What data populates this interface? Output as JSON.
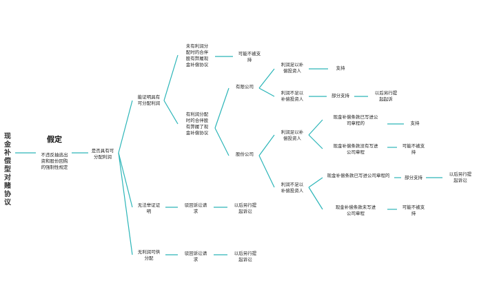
{
  "root": "现金\n补偿\n型对\n赌协\n议",
  "assumption": {
    "title": "假定",
    "text": "不违反抽逃出\n资和股份回购\n的强制性规定"
  },
  "level1": "是否具有可\n分配利润",
  "proven": "能证明具有\n可分配利润",
  "no_evidence": "无法举证证\n明",
  "no_profit": "无利润可供\n分配",
  "reject_a": "驳回诉讼请\n求",
  "reject_b": "驳回诉讼请\n求",
  "later_a": "以后另行提\n起诉讼",
  "later_b": "以后另行提\n起诉讼",
  "profit_insufficient": "未有利润分\n配时的合伴\n股有弊履现\n金补偿协议",
  "maybe_support_1": "可能不被支\n持",
  "profit_enough_decided": "有利润分配\n时的合伴股\n有弊履了现\n金补偿协议",
  "ltd": "有限公司",
  "jsc": "股份公司",
  "ltd_enough": "利润足以补\n偿投资人",
  "support_1": "支持",
  "ltd_not_enough": "利润不足以\n补偿投资人",
  "partial_support_1": "部分支持",
  "later_c": "以后另行提\n起起诉",
  "jsc_enough": "利润足以补\n偿投资人",
  "jsc_enough_done": "现金补偿条款已写进公\n司章程的",
  "support_2": "支持",
  "jsc_enough_notdone": "现金补偿条款没有写进\n公司章程",
  "maybe_support_2": "可能不被支\n持",
  "jsc_not_enough": "利润不足以\n补偿投资人",
  "jsc_ne_done": "现金补偿条款已写进公司章程的",
  "partial_support_2": "部分支持",
  "later_d": "以后另行提\n起诉讼",
  "jsc_ne_notdone": "现金补偿条款未写进\n公司章程",
  "maybe_support_3": "可能不被支\n持",
  "colors": {
    "line": "#2bb5b8",
    "text": "#222222"
  }
}
